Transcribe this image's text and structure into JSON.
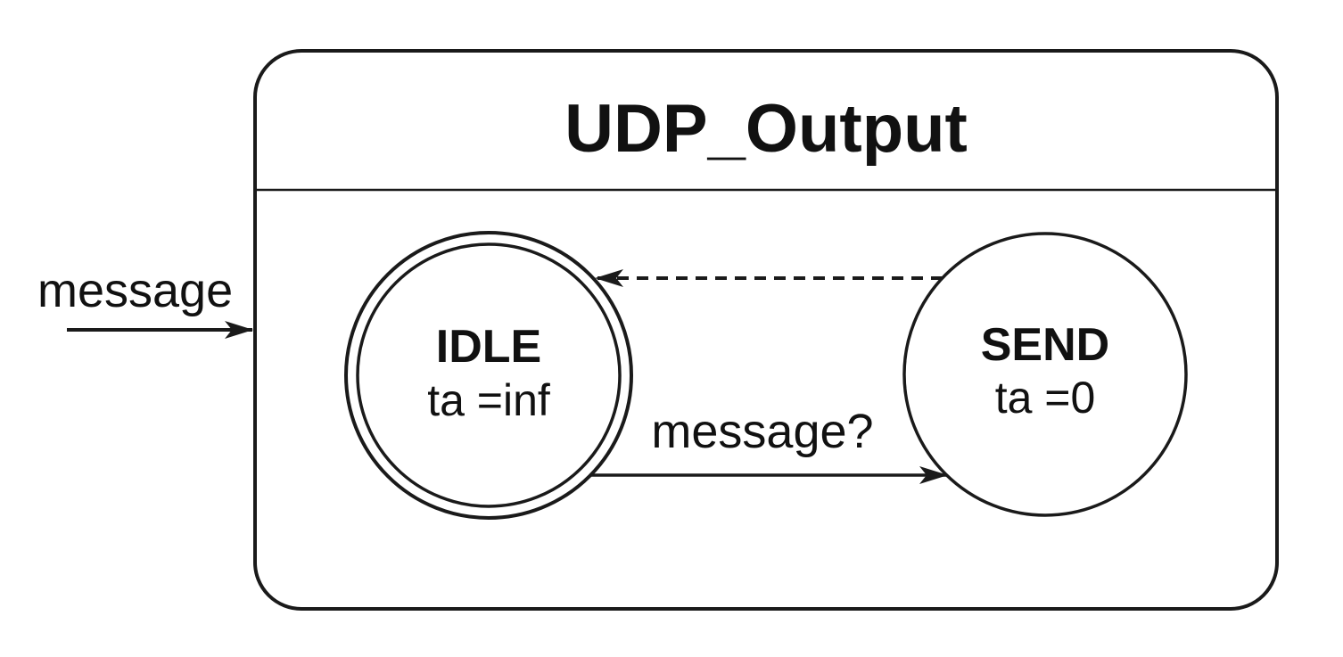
{
  "diagram": {
    "type": "state-machine",
    "title": "UDP_Output",
    "input": {
      "label": "message"
    },
    "transition": {
      "label": "message?"
    },
    "states": {
      "idle": {
        "name": "IDLE",
        "ta": "ta =inf",
        "shape": "double-circle"
      },
      "send": {
        "name": "SEND",
        "ta": "ta =0",
        "shape": "circle"
      }
    },
    "colors": {
      "stroke": "#1a1a1a",
      "text": "#111111",
      "background": "#ffffff"
    }
  }
}
